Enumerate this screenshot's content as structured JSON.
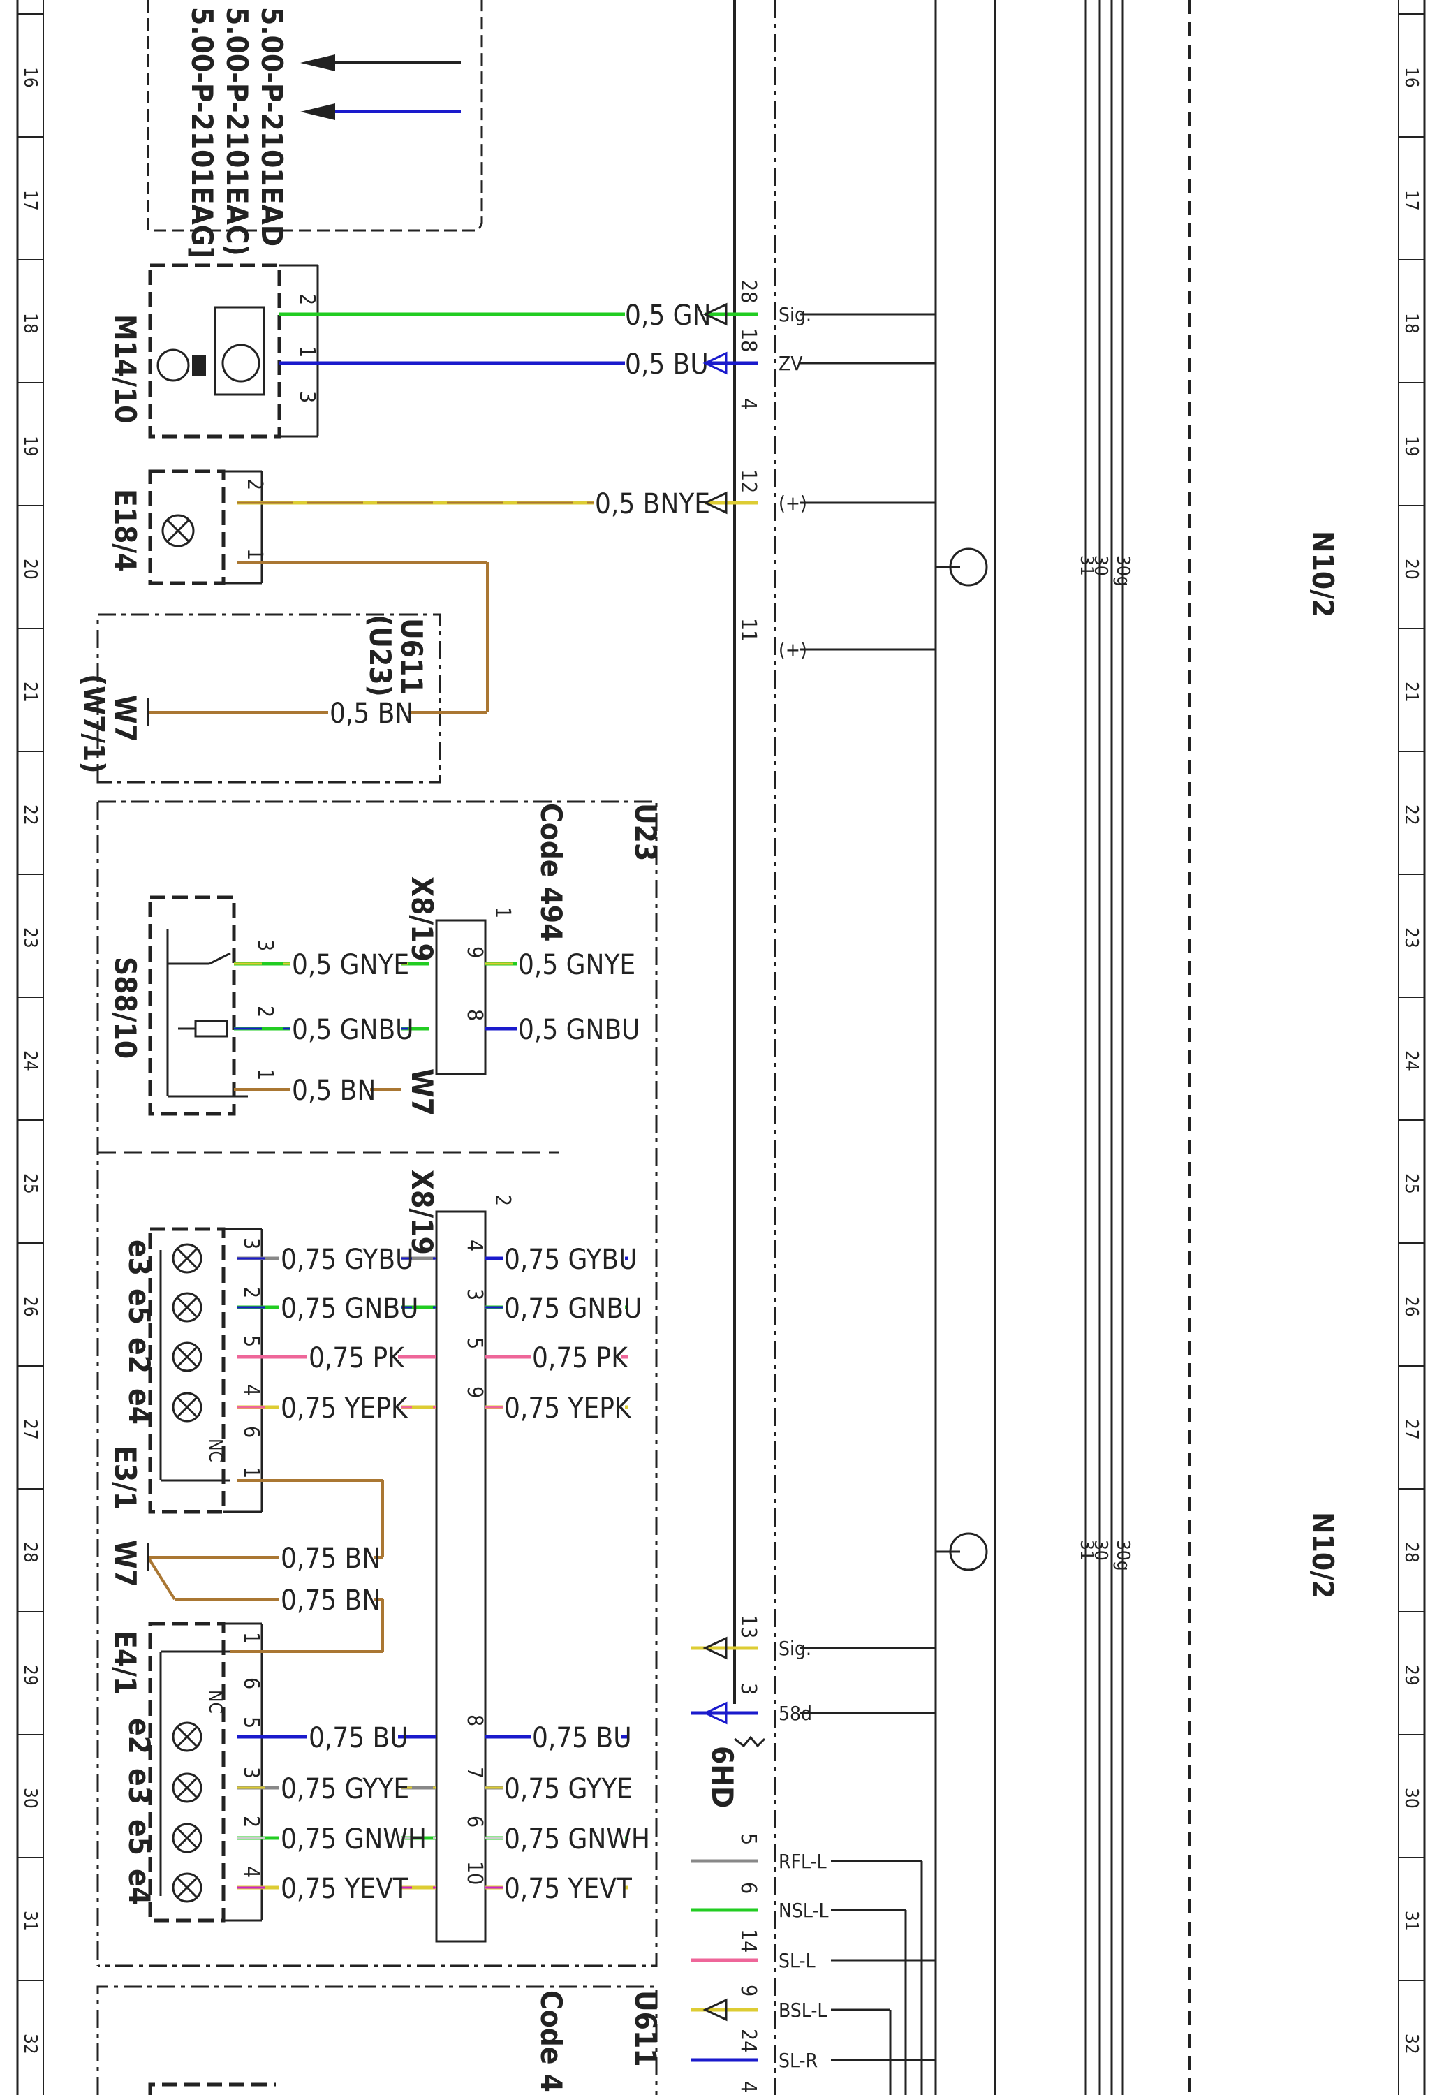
{
  "grid": {
    "rows": [
      "16",
      "17",
      "18",
      "19",
      "20",
      "21",
      "22",
      "23",
      "24",
      "25",
      "26",
      "27",
      "28",
      "29",
      "30",
      "31",
      "32"
    ]
  },
  "references": {
    "lines": [
      "5.00-P-2101EAD",
      "5.00-P-2101EAC)",
      "5.00-P-2101EAG]"
    ]
  },
  "components": {
    "m14_10": "M14/10",
    "e18_4": "E18/4",
    "u611_u23": "U611",
    "u611_u23_sub": "(U23)",
    "w7_top": "W7",
    "w7_top_sub": "(W7/1)",
    "u23": "U23",
    "code_494": "Code 494",
    "x8_19_a": "X8/19",
    "x8_19_b": "X8/19",
    "s88_10": "S88/10",
    "w7_mid": "W7",
    "e3_1": "E3/1",
    "w7_low": "W7",
    "e4_1": "E4/1",
    "u611_bottom": "U611",
    "code_4_bottom": "Code 4",
    "n10_2_a": "N10/2",
    "n10_2_b": "N10/2",
    "b6hd": "6HD"
  },
  "wires": {
    "m14_gn": "0,5 GN",
    "m14_bu": "0,5 BU",
    "e18_bnye": "0,5 BNYE",
    "w7_bn": "0,5 BN",
    "s88_gnye": "0,5 GNYE",
    "s88_gnbu": "0,5 GNBU",
    "s88_bn": "0,5 BN",
    "x8a_gnye": "0,5 GNYE",
    "x8a_gnbu": "0,5 GNBU",
    "e3_gybu": "0,75 GYBU",
    "e3_gnbu": "0,75 GNBU",
    "e3_pk": "0,75 PK",
    "e3_yepk": "0,75 YEPK",
    "x8b_gybu": "0,75 GYBU",
    "x8b_gnbu": "0,75 GNBU",
    "x8b_pk": "0,75 PK",
    "x8b_yepk": "0,75 YEPK",
    "w7_bn1": "0,75 BN",
    "w7_bn2": "0,75 BN",
    "e4_bu": "0,75 BU",
    "e4_gyye": "0,75 GYYE",
    "e4_gnwh": "0,75 GNWH",
    "e4_yevt": "0,75 YEVT",
    "x8c_bu": "0,75 BU",
    "x8c_gyye": "0,75 GYYE",
    "x8c_gnwh": "0,75 GNWH",
    "x8c_yevt": "0,75 YEVT"
  },
  "signals": {
    "sig1": "Sig.",
    "zv": "ZV",
    "plus1": "(+)",
    "plus2": "(+)",
    "sig2": "Sig.",
    "s58d": "58d",
    "rfl": "RFL-L",
    "nsl": "NSL-L",
    "sl_l": "SL-L",
    "bsl": "BSL-L",
    "sl_r": "SL-R"
  },
  "pins": {
    "n_28": "28",
    "n_18": "18",
    "n_4": "4",
    "n_12": "12",
    "n_11": "11",
    "n_13": "13",
    "n_3": "3",
    "n_5": "5",
    "n_6": "6",
    "n_14": "14",
    "n_9": "9",
    "n_24": "24",
    "n_4b": "4",
    "m_2": "2",
    "m_1": "1",
    "m_3": "3",
    "e18_2": "2",
    "e18_1": "1",
    "s_3": "3",
    "s_2": "2",
    "s_1": "1",
    "xa_1": "1",
    "xa_9": "9",
    "xa_8": "8",
    "xb_2": "2",
    "xb_4": "4",
    "xb_3": "3",
    "xb_5": "5",
    "xb_9": "9",
    "xc_8": "8",
    "xc_7": "7",
    "xc_6": "6",
    "xc_10": "10",
    "e3_3": "3",
    "e3_2": "2",
    "e3_5": "5",
    "e3_4": "4",
    "e3_6": "6",
    "e3_1": "1",
    "e4_1": "1",
    "e4_6": "6",
    "e4_5": "5",
    "e4_3": "3",
    "e4_2": "2",
    "e4_4": "4"
  },
  "lamp_labels": {
    "e3_a": "e3",
    "e3_b": "e5",
    "e3_c": "e2",
    "e3_d": "e4",
    "e4_a": "e2",
    "e4_b": "e3",
    "e4_c": "e5",
    "e4_d": "e4",
    "nc1": "NC",
    "nc2": "NC"
  },
  "bus_labels": {
    "a_31": "31",
    "a_30": "30",
    "a_30g": "30g",
    "b_31": "31",
    "b_30": "30",
    "b_30g": "30g"
  }
}
